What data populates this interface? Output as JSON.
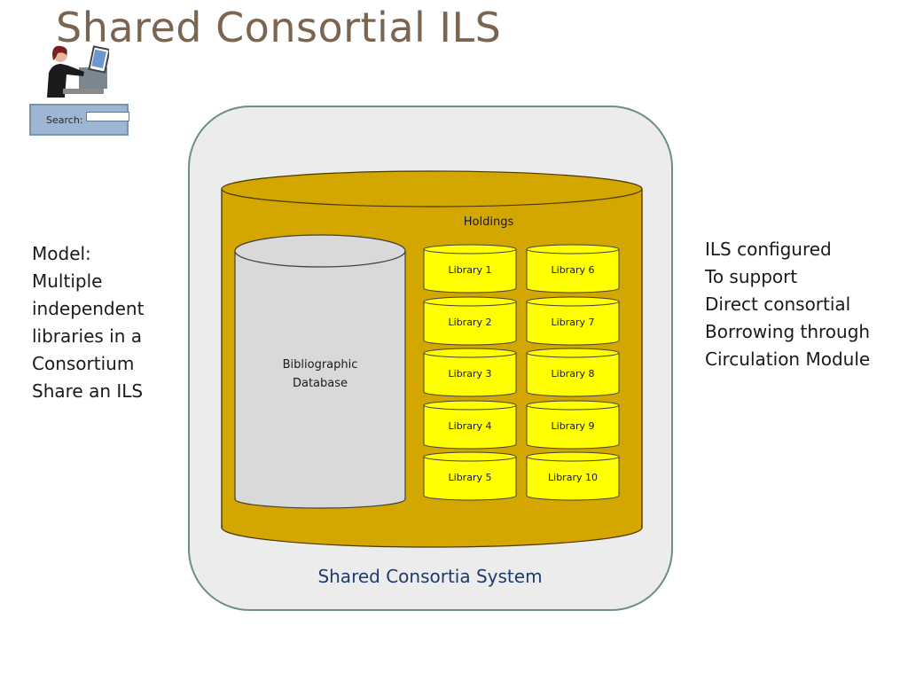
{
  "title": "Shared Consortial ILS",
  "search": {
    "label": "Search:"
  },
  "left_text": "Model:\nMultiple\nindependent\nlibraries in a\nConsortium\nShare an ILS",
  "right_text": "ILS configured\nTo support\nDirect consortial\nBorrowing through\nCirculation Module",
  "diagram": {
    "holdings_label": "Holdings",
    "database_label": [
      "Bibliographic",
      "Database"
    ],
    "system_label": "Shared Consortia System",
    "libraries_col1": [
      "Library 1",
      "Library 2",
      "Library 3",
      "Library 4",
      "Library 5"
    ],
    "libraries_col2": [
      "Library 6",
      "Library 7",
      "Library 8",
      "Library 9",
      "Library 10"
    ]
  },
  "colors": {
    "outer_cylinder": "#d4a600",
    "library_cylinder": "#ffff00",
    "database_cylinder": "#d9d9d9",
    "frame": "#ececec",
    "search_box": "#9db6d4"
  }
}
